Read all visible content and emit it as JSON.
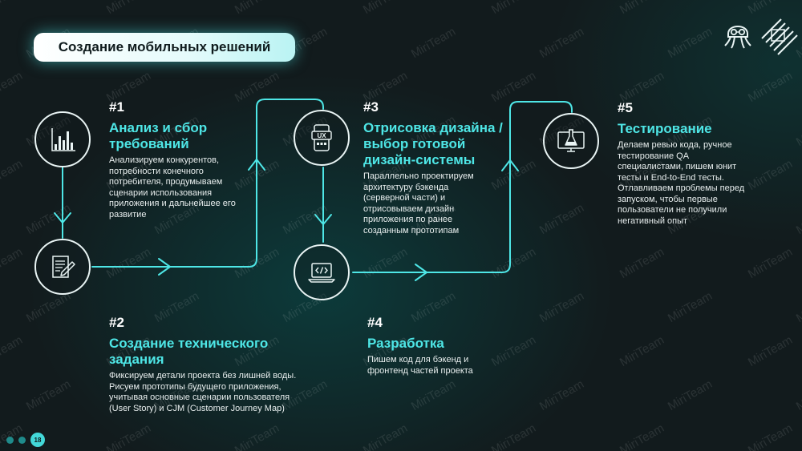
{
  "title": "Создание мобильных решений",
  "watermark": "MiriTeam",
  "accent_color": "#4ee6e6",
  "line_color": "#4ee6e6",
  "logos": [
    {
      "name": "octopus-robot-logo"
    },
    {
      "name": "stripes-geometric-logo"
    }
  ],
  "steps": [
    {
      "number": "#1",
      "heading": "Анализ и сбор требований",
      "icon": "bar-chart-icon",
      "description": "Анализируем конкурентов, потребности конечного потребителя, продумываем сценарии использования приложения и дальнейшее его развитие"
    },
    {
      "number": "#2",
      "heading": "Создание технического задания",
      "icon": "document-pencil-icon",
      "description": "Фиксируем детали проекта без лишней воды. Рисуем прототипы будущего приложения, учитывая основные сценарии пользователя (User Story) и CJM (Customer Journey Map)"
    },
    {
      "number": "#3",
      "heading": "Отрисовка дизайна / выбор готовой дизайн-системы",
      "icon": "ux-phone-icon",
      "description": "Параллельно проектируем архитектуру бэкенда (серверной части) и отрисовываем дизайн приложения по ранее созданным прототипам"
    },
    {
      "number": "#4",
      "heading": "Разработка",
      "icon": "laptop-code-icon",
      "description": "Пишем код для бэкенд и фронтенд частей проекта"
    },
    {
      "number": "#5",
      "heading": "Тестирование",
      "icon": "flask-monitor-icon",
      "description": "Делаем ревью кода, ручное тестирование QA специалистами, пишем юнит тесты и End-to-End тесты. Отлавливаем проблемы перед запуском, чтобы первые пользователи не получили негативный опыт"
    }
  ],
  "pagination": {
    "current_page": "18"
  }
}
